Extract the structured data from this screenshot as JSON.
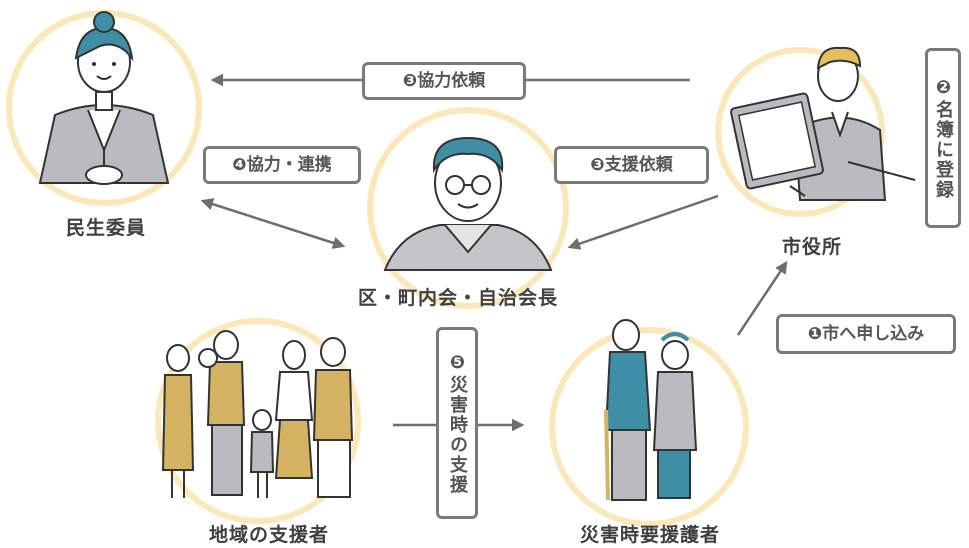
{
  "nodes": {
    "minsei": "民生委員",
    "shiyakusho": "市役所",
    "kuchokai": "区・町内会・自治会長",
    "chiiki": "地域の支援者",
    "saigai": "災害時要援護者"
  },
  "tags": {
    "kyoryoku_irai": "❸協力依頼",
    "shien_irai": "❸支援依頼",
    "kyoryoku_renkei": "❹協力・連携",
    "meibo_toroku": "❷名簿に登録",
    "moshikomi": "❶市へ申し込み",
    "saigai_shien": "❺災害時の支援"
  },
  "colors": {
    "circle": "#fbe7b8",
    "arrow": "#6e6e6e",
    "tag_border": "#7a7a7a",
    "teal": "#3e8ea6",
    "suit": "#b5b7ba",
    "mustard": "#d4b463"
  }
}
